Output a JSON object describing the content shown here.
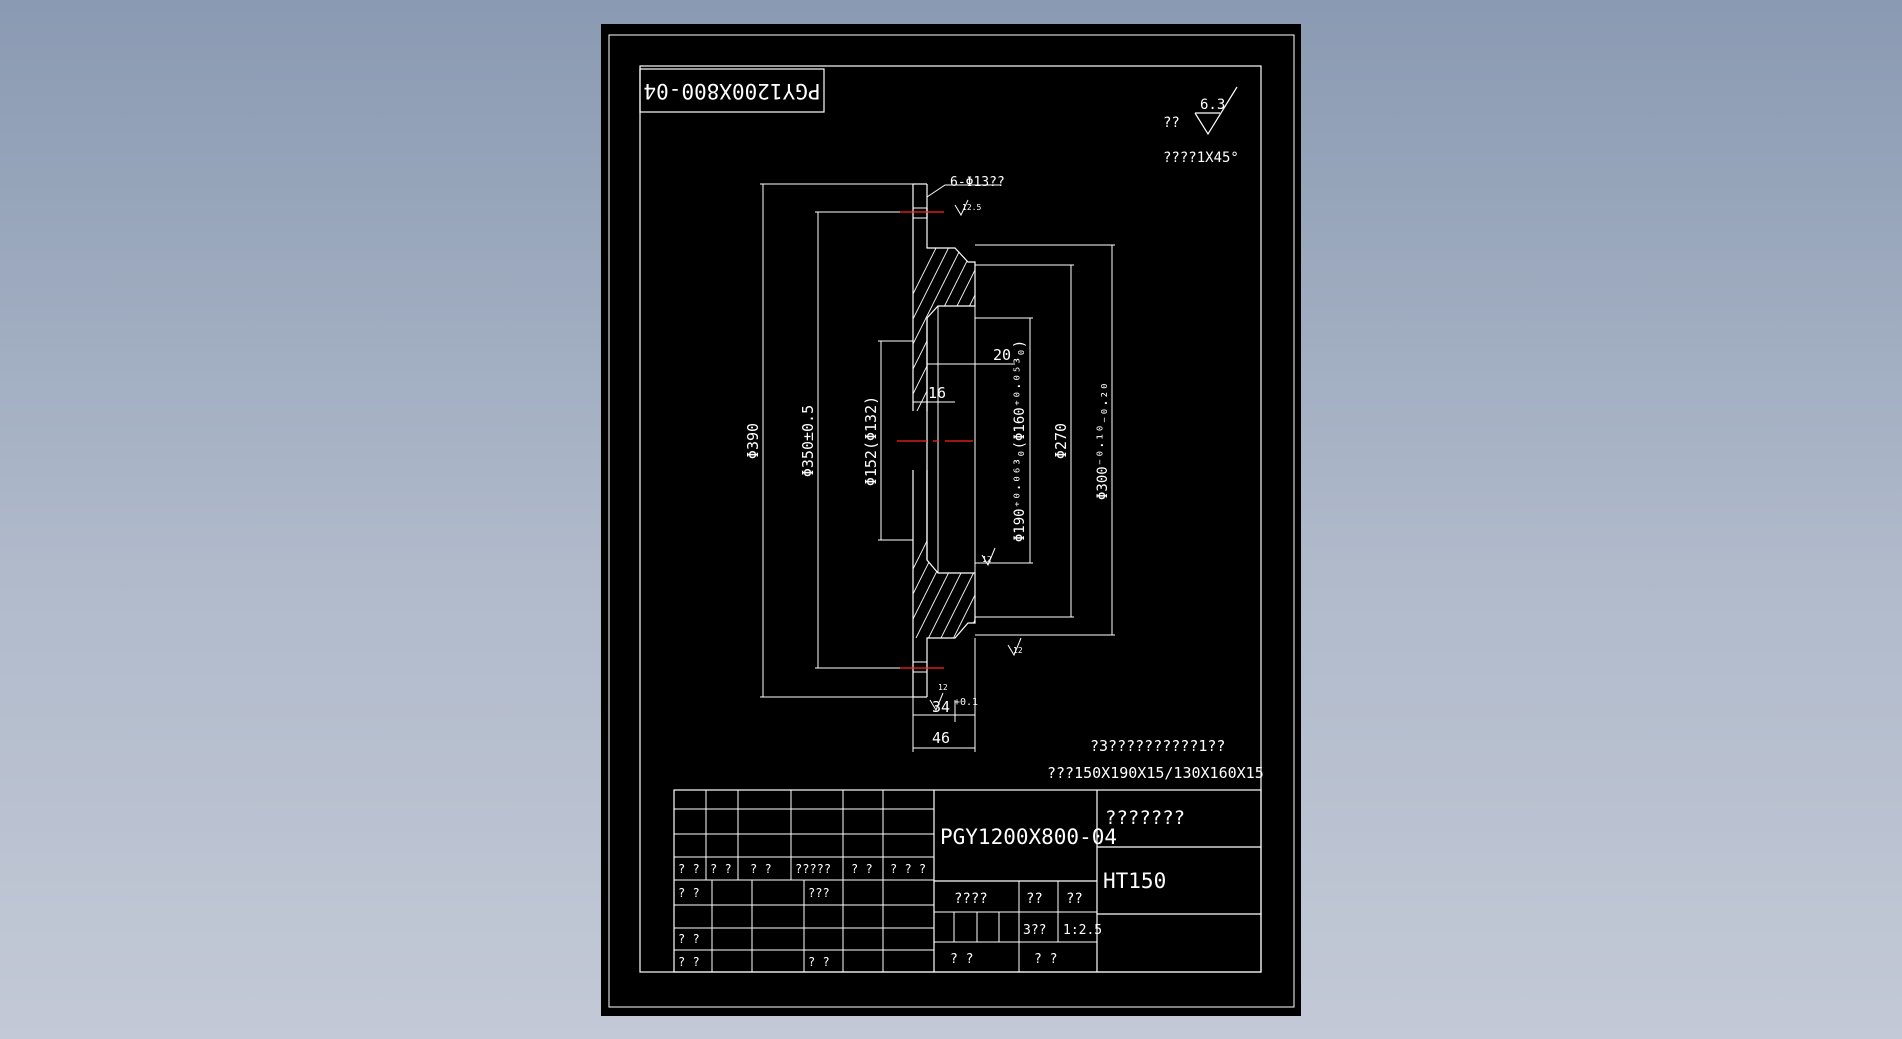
{
  "drawing": {
    "code_box_text": "PGY1200X800-04",
    "roughness": {
      "label": "??",
      "value": "6.3",
      "chamfer_note": "????1X45°"
    },
    "dimensions": {
      "hole_note": "6-Φ13??",
      "hole_roughness": "12.5",
      "d390": "Φ390",
      "d350": "Φ350±0.5",
      "d152": "Φ152(Φ132)",
      "d190_160": "Φ190⁺⁰·⁰⁶³₀(Φ160⁺⁰·⁰⁵³₀)",
      "d270": "Φ270",
      "d300": "Φ300⁻⁰·¹⁰₋₀.₂₀",
      "w20": "20",
      "w16": "16",
      "w34": "34",
      "w34_tol": "+0.1",
      "w46": "46",
      "roughness_inner": "12",
      "roughness_outer": "12",
      "roughness_bottom": "12"
    },
    "notes": {
      "line1": "?3??????????1??",
      "line2": "???150X190X15/130X160X15"
    }
  },
  "title_block": {
    "drawing_number": "PGY1200X800-04",
    "part_name": "???????",
    "material": "HT150",
    "stage_label": "????",
    "weight_label": "??",
    "scale_label": "??",
    "weight_value": "3??",
    "scale_value": "1:2.5",
    "sheet_cell_1": "?  ?",
    "sheet_cell_2": "?   ?",
    "rev_headers": [
      "? ?",
      "? ?",
      "?  ?",
      "?????",
      "? ?",
      "? ? ?"
    ],
    "left_labels": {
      "design": "?  ?",
      "standard": "???",
      "review": "?  ?",
      "process": "?  ?",
      "approve": "?  ?"
    }
  }
}
